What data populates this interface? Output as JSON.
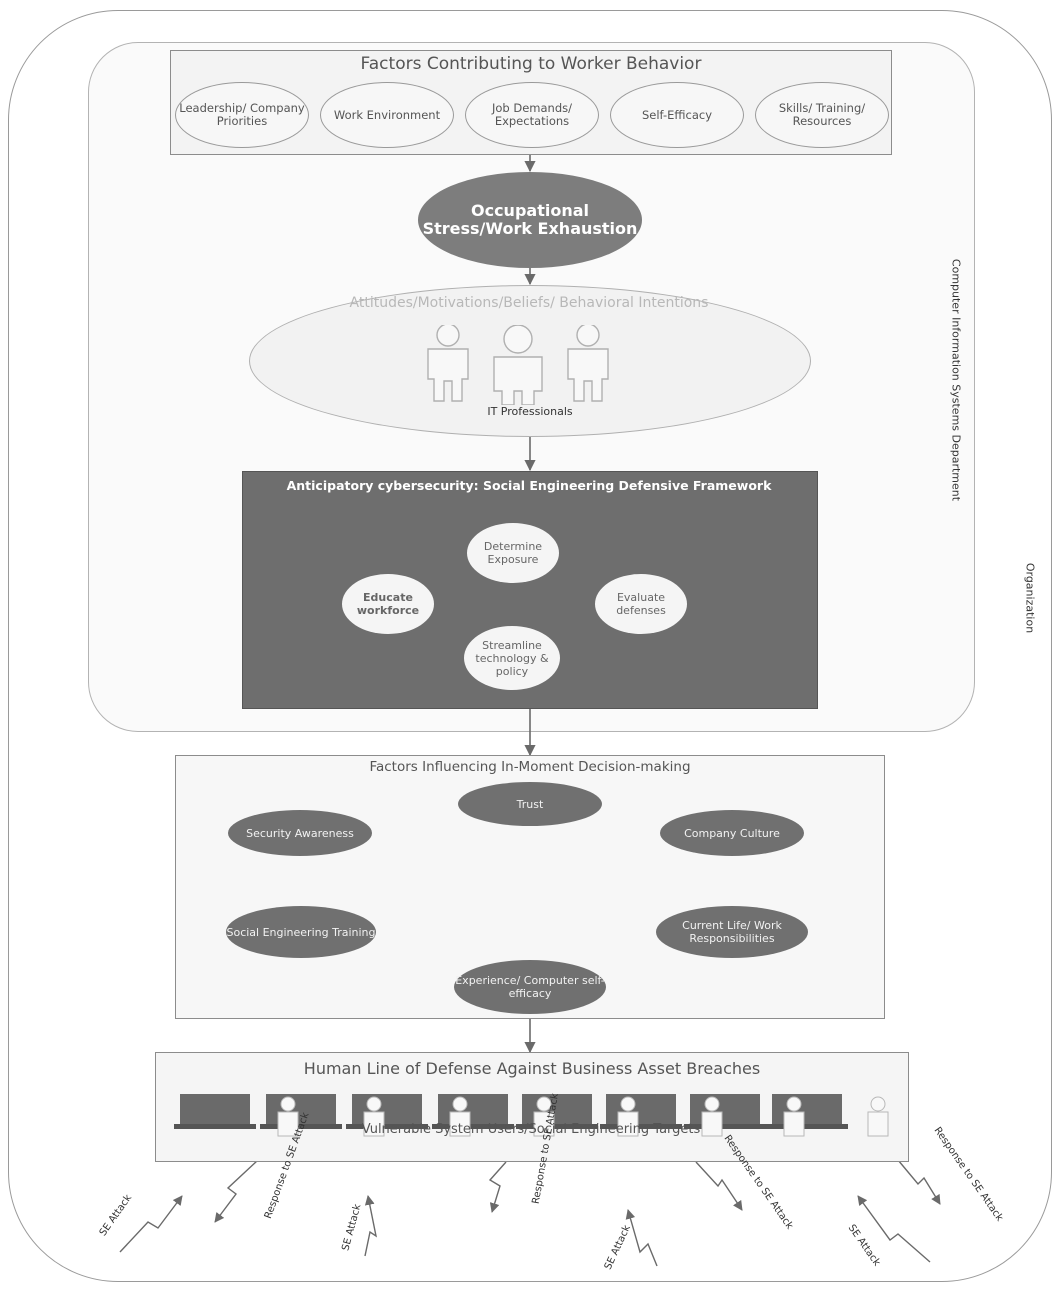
{
  "worker_behavior": {
    "title": "Factors Contributing to Worker Behavior",
    "factors": [
      "Leadership/ Company Priorities",
      "Work Environment",
      "Job Demands/ Expectations",
      "Self-Efficacy",
      "Skills/ Training/ Resources"
    ]
  },
  "stress": {
    "label": "Occupational Stress/Work Exhaustion"
  },
  "attitudes": {
    "title": "Attitudes/Motivations/Beliefs/ Behavioral Intentions",
    "group_label": "IT Professionals"
  },
  "framework": {
    "title": "Anticipatory cybersecurity: Social Engineering Defensive Framework",
    "steps": {
      "determine": "Determine Exposure",
      "evaluate": "Evaluate defenses",
      "streamline": "Streamline technology & policy",
      "educate": "Educate workforce"
    }
  },
  "decision": {
    "title": "Factors Influencing In-Moment Decision-making",
    "trust": "Trust",
    "security_awareness": "Security Awareness",
    "company_culture": "Company Culture",
    "se_training": "Social Engineering Training",
    "life_work": "Current Life/ Work Responsibilities",
    "experience": "Experience/ Computer self-efficacy"
  },
  "defense": {
    "title": "Human Line of Defense Against Business Asset Breaches",
    "subtitle": "Vulnerable System Users/Social Engineering Targets"
  },
  "side_labels": {
    "department": "Computer Information Systems Department",
    "organization": "Organization"
  },
  "attacks": {
    "attack": "SE Attack",
    "response": "Response to SE Attack"
  },
  "colors": {
    "dark_fill": "#6e6e6e",
    "oval_fill": "#707070",
    "stress_fill": "#7d7d7d",
    "line": "#7a7a7a"
  }
}
